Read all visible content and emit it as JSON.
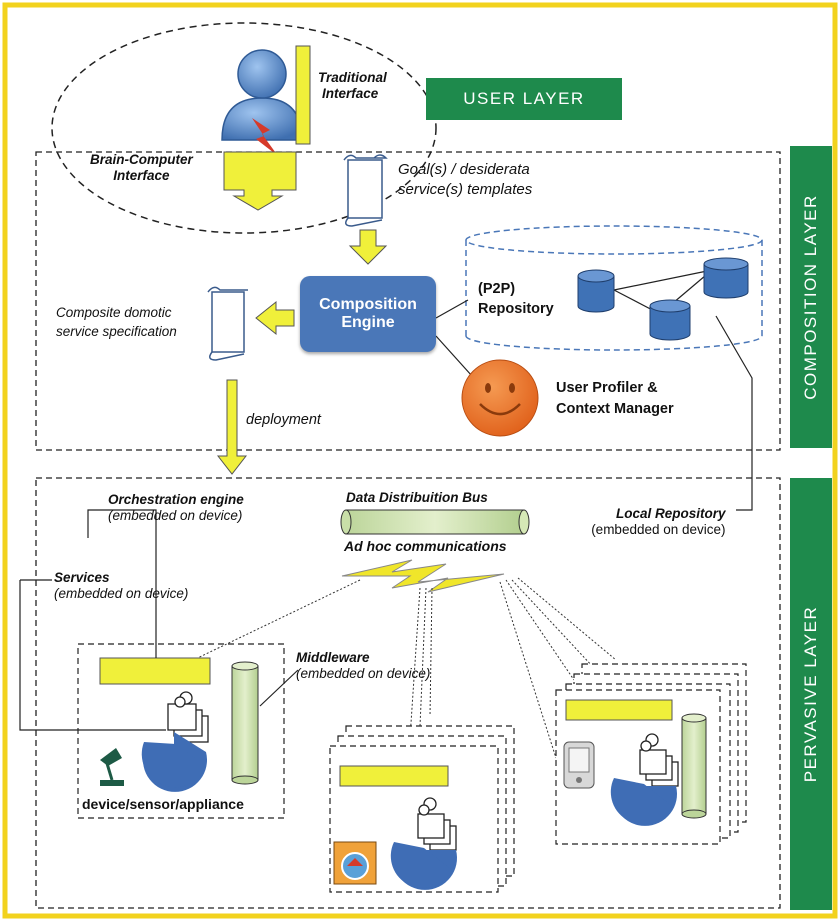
{
  "layers": {
    "user": "USER LAYER",
    "composition": "COMPOSITION LAYER",
    "pervasive": "PERVASIVE LAYER"
  },
  "user_layer": {
    "traditional_interface": [
      "Traditional",
      "Interface"
    ],
    "bci": [
      "Brain-Computer",
      "Interface"
    ]
  },
  "composition_layer": {
    "goals": [
      "Goal(s) / desiderata",
      "service(s) templates"
    ],
    "engine": [
      "Composition",
      "Engine"
    ],
    "repository": [
      "(P2P)",
      "Repository"
    ],
    "composite_spec": [
      "Composite domotic",
      "service specification"
    ],
    "profiler": [
      "User Profiler  &",
      "Context Manager"
    ],
    "deployment": "deployment"
  },
  "pervasive_layer": {
    "orchestration": {
      "title": "Orchestration engine",
      "sub": "(embedded on device)"
    },
    "services": {
      "title": "Services",
      "sub": "(embedded on device)"
    },
    "bus": {
      "title": "Data Distribuition Bus",
      "sub": "Ad hoc communications"
    },
    "local_repo": {
      "title": "Local Repository",
      "sub": "(embedded on device)"
    },
    "middleware": {
      "title": "Middleware",
      "sub": "(embedded on device)"
    },
    "device_label": "device/sensor/appliance"
  },
  "colors": {
    "frame": "#f2d21e",
    "layer_tag": "#1e8a4c",
    "engine": "#4a77b8",
    "yellow_box": "#f0f03a",
    "db": "#3f72b6",
    "pie": "#3f6db5",
    "smiley": "#ef6f1e",
    "cylinder": "#d6e8b6"
  }
}
